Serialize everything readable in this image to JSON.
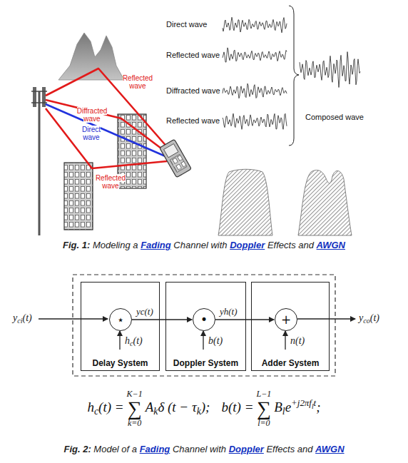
{
  "diagram": {
    "nodes": [
      {
        "text": [
          "Delay System"
        ]
      },
      {
        "text": [
          "⋆"
        ],
        "in": 0
      },
      {
        "text": [
          "Doppler System"
        ]
      },
      {
        "text": [
          "•"
        ],
        "in": 2
      },
      {
        "text": [
          "Adder System"
        ]
      },
      {
        "text": [
          "+"
        ],
        "in": 4
      }
    ],
    "edges": [
      {
        "from": 1,
        "to": 3,
        "arrow": "to",
        "label": "yc(t)"
      },
      {
        "from": 3,
        "to": 5,
        "arrow": "to",
        "label": "yh(t)"
      }
    ],
    "labels": [
      "Reflected wave",
      "Diffracted wave",
      "Direct wave",
      "Reflected wave",
      "Direct wave",
      "Reflected wave",
      "Diffracted wave",
      "Reflected wave",
      "Composed wave",
      "Fig. 1:",
      "Modeling a",
      "Fading",
      "Channel with",
      "Doppler",
      "Effects and",
      "AWGN",
      "y",
      "ci",
      "(t)",
      "y",
      "co",
      "(t)",
      "h",
      "c",
      "(t)",
      "b(t)",
      "n(t)",
      "h",
      "c",
      "(t) =",
      "K−1",
      "∑",
      "k=0",
      "A",
      "k",
      "δ (t − τ",
      "k",
      ");",
      "b(t) =",
      "L−1",
      "∑",
      "l=0",
      "B",
      "l",
      "e",
      "+j2πf",
      "l",
      "t",
      ";",
      "Fig. 2:",
      "Model of a",
      "Fading",
      "Channel with",
      "Doppler",
      "Effects and",
      "AWGN"
    ]
  }
}
